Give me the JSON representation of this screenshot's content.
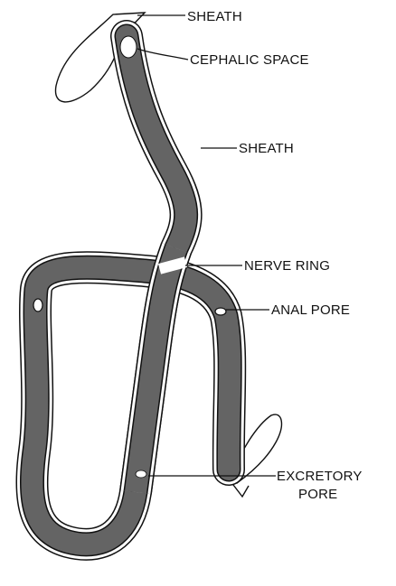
{
  "figure": {
    "labels": {
      "sheath_top": "SHEATH",
      "cephalic_space": "CEPHALIC SPACE",
      "sheath_mid": "SHEATH",
      "nerve_ring": "NERVE RING",
      "anal_pore": "ANAL PORE",
      "excretory_pore_line1": "EXCRETORY",
      "excretory_pore_line2": "PORE"
    }
  }
}
